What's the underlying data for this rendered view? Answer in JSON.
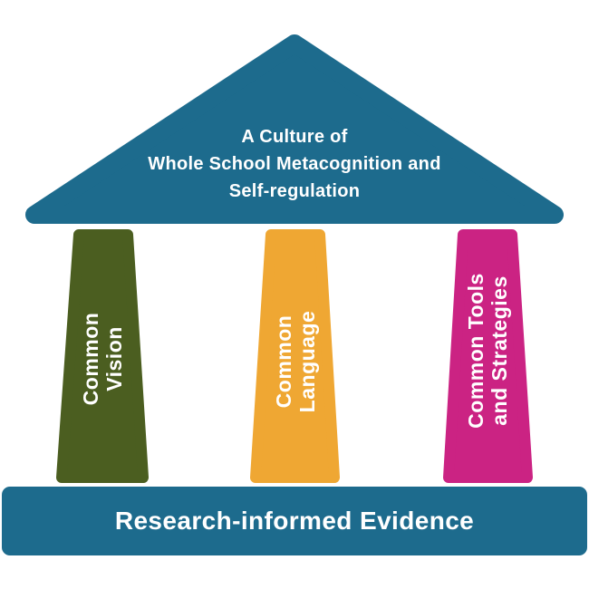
{
  "colors": {
    "teal": "#1d6b8d",
    "text": "#ffffff",
    "background": "#ffffff"
  },
  "roof": {
    "line1": "A Culture of",
    "line2": "Whole School Metacognition and",
    "line3": "Self-regulation"
  },
  "pillars": [
    {
      "line1": "Common",
      "line2": "Vision",
      "color": "#4b5e20"
    },
    {
      "line1": "Common",
      "line2": "Language",
      "color": "#efa733"
    },
    {
      "line1": "Common Tools",
      "line2": "and Strategies",
      "color": "#cb2383"
    }
  ],
  "base": {
    "label": "Research-informed Evidence"
  }
}
